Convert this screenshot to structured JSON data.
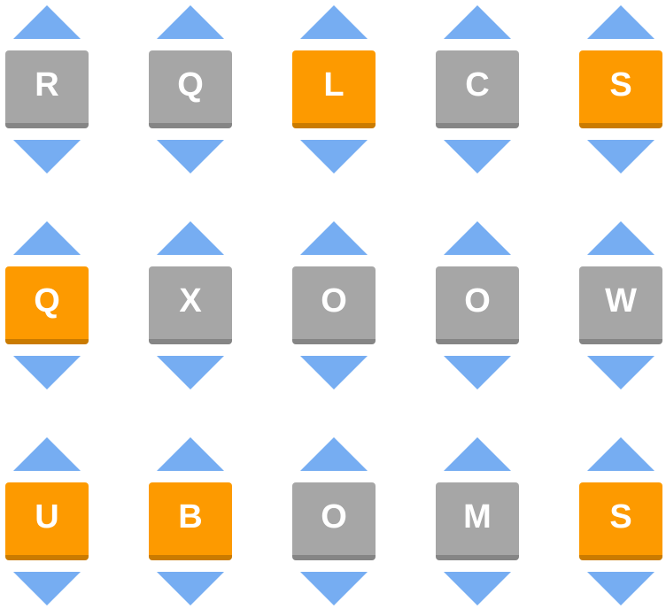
{
  "colors": {
    "arrow": "#76adf2",
    "tile_gray": "#a6a6a6",
    "tile_gray_shadow": "#858585",
    "tile_orange": "#fd9a00",
    "tile_orange_shadow": "#ca7b00",
    "letter": "#ffffff"
  },
  "icons": {
    "up": "triangle-up-arrow-icon",
    "down": "triangle-down-arrow-icon"
  },
  "grid": {
    "rows": [
      [
        {
          "letter": "R",
          "state": "gray"
        },
        {
          "letter": "Q",
          "state": "gray"
        },
        {
          "letter": "L",
          "state": "orange"
        },
        {
          "letter": "C",
          "state": "gray"
        },
        {
          "letter": "S",
          "state": "orange"
        }
      ],
      [
        {
          "letter": "Q",
          "state": "orange"
        },
        {
          "letter": "X",
          "state": "gray"
        },
        {
          "letter": "O",
          "state": "gray"
        },
        {
          "letter": "O",
          "state": "gray"
        },
        {
          "letter": "W",
          "state": "gray"
        }
      ],
      [
        {
          "letter": "U",
          "state": "orange"
        },
        {
          "letter": "B",
          "state": "orange"
        },
        {
          "letter": "O",
          "state": "gray"
        },
        {
          "letter": "M",
          "state": "gray"
        },
        {
          "letter": "S",
          "state": "orange"
        }
      ]
    ]
  }
}
